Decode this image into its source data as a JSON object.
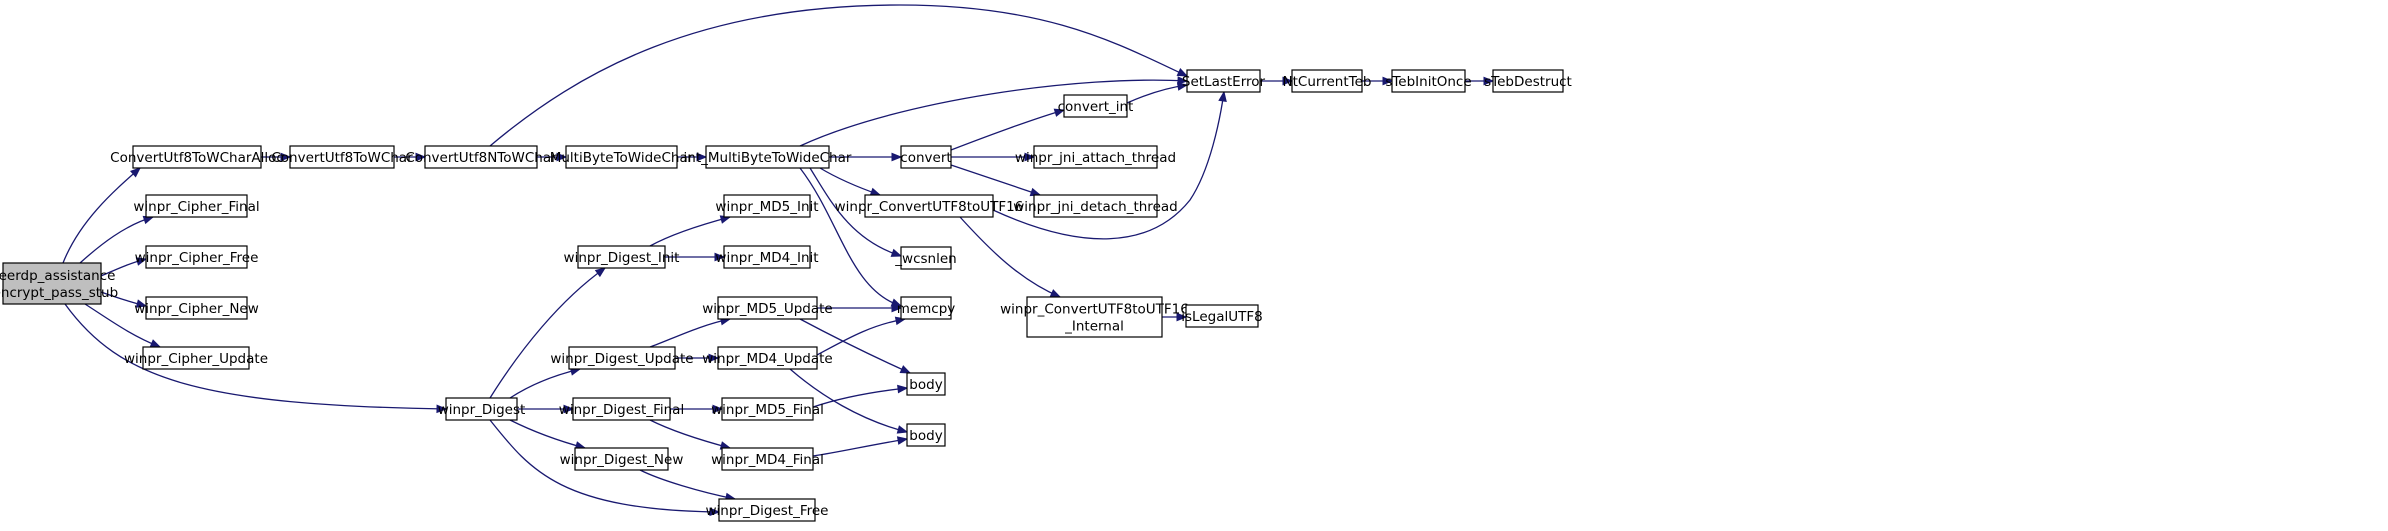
{
  "diagram": {
    "type": "call-graph",
    "colors": {
      "edge": "#191970",
      "root_fill": "#bfbfbf",
      "node_fill": "#ffffff",
      "node_border": "#000000"
    },
    "nodes": [
      {
        "id": "root",
        "lines": [
          "freerdp_assistance",
          "_encrypt_pass_stub"
        ],
        "root": true
      },
      {
        "id": "cu8alloc",
        "lines": [
          "ConvertUtf8ToWCharAlloc"
        ]
      },
      {
        "id": "cu8",
        "lines": [
          "ConvertUtf8ToWChar"
        ]
      },
      {
        "id": "cu8n",
        "lines": [
          "ConvertUtf8NToWChar"
        ]
      },
      {
        "id": "mb2wc",
        "lines": [
          "MultiByteToWideChar"
        ]
      },
      {
        "id": "intmb",
        "lines": [
          "int_MultiByteToWideChar"
        ]
      },
      {
        "id": "convert",
        "lines": [
          "convert"
        ]
      },
      {
        "id": "convert_int",
        "lines": [
          "convert_int"
        ]
      },
      {
        "id": "attach",
        "lines": [
          "winpr_jni_attach_thread"
        ]
      },
      {
        "id": "detach",
        "lines": [
          "winpr_jni_detach_thread"
        ]
      },
      {
        "id": "setlast",
        "lines": [
          "SetLastError"
        ]
      },
      {
        "id": "ntteb",
        "lines": [
          "NtCurrentTeb"
        ]
      },
      {
        "id": "tebinit",
        "lines": [
          "sTebInitOnce"
        ]
      },
      {
        "id": "tebdes",
        "lines": [
          "sTebDestruct"
        ]
      },
      {
        "id": "cvt16",
        "lines": [
          "winpr_ConvertUTF8toUTF16"
        ]
      },
      {
        "id": "cvt16i",
        "lines": [
          "winpr_ConvertUTF8toUTF16",
          "_Internal"
        ]
      },
      {
        "id": "legal",
        "lines": [
          "isLegalUTF8"
        ]
      },
      {
        "id": "wcsnlen",
        "lines": [
          "_wcsnlen"
        ]
      },
      {
        "id": "memcpy",
        "lines": [
          "memcpy"
        ]
      },
      {
        "id": "cfinal",
        "lines": [
          "winpr_Cipher_Final"
        ]
      },
      {
        "id": "cfree",
        "lines": [
          "winpr_Cipher_Free"
        ]
      },
      {
        "id": "cnew",
        "lines": [
          "winpr_Cipher_New"
        ]
      },
      {
        "id": "cupdate",
        "lines": [
          "winpr_Cipher_Update"
        ]
      },
      {
        "id": "digest",
        "lines": [
          "winpr_Digest"
        ]
      },
      {
        "id": "dinit",
        "lines": [
          "winpr_Digest_Init"
        ]
      },
      {
        "id": "dupdate",
        "lines": [
          "winpr_Digest_Update"
        ]
      },
      {
        "id": "dfinal",
        "lines": [
          "winpr_Digest_Final"
        ]
      },
      {
        "id": "dnew",
        "lines": [
          "winpr_Digest_New"
        ]
      },
      {
        "id": "dfree",
        "lines": [
          "winpr_Digest_Free"
        ]
      },
      {
        "id": "md5init",
        "lines": [
          "winpr_MD5_Init"
        ]
      },
      {
        "id": "md4init",
        "lines": [
          "winpr_MD4_Init"
        ]
      },
      {
        "id": "md5upd",
        "lines": [
          "winpr_MD5_Update"
        ]
      },
      {
        "id": "md4upd",
        "lines": [
          "winpr_MD4_Update"
        ]
      },
      {
        "id": "md5fin",
        "lines": [
          "winpr_MD5_Final"
        ]
      },
      {
        "id": "md4fin",
        "lines": [
          "winpr_MD4_Final"
        ]
      },
      {
        "id": "body1",
        "lines": [
          "body"
        ]
      },
      {
        "id": "body2",
        "lines": [
          "body"
        ]
      }
    ],
    "edges": [
      {
        "from": "root",
        "to": "cu8alloc"
      },
      {
        "from": "root",
        "to": "cfinal"
      },
      {
        "from": "root",
        "to": "cfree"
      },
      {
        "from": "root",
        "to": "cnew"
      },
      {
        "from": "root",
        "to": "cupdate"
      },
      {
        "from": "root",
        "to": "digest"
      },
      {
        "from": "cu8alloc",
        "to": "cu8"
      },
      {
        "from": "cu8",
        "to": "cu8n"
      },
      {
        "from": "cu8n",
        "to": "mb2wc"
      },
      {
        "from": "cu8n",
        "to": "setlast"
      },
      {
        "from": "mb2wc",
        "to": "intmb"
      },
      {
        "from": "intmb",
        "to": "convert"
      },
      {
        "from": "intmb",
        "to": "setlast"
      },
      {
        "from": "intmb",
        "to": "cvt16"
      },
      {
        "from": "intmb",
        "to": "wcsnlen"
      },
      {
        "from": "intmb",
        "to": "memcpy"
      },
      {
        "from": "convert",
        "to": "convert_int"
      },
      {
        "from": "convert",
        "to": "attach"
      },
      {
        "from": "convert",
        "to": "detach"
      },
      {
        "from": "convert_int",
        "to": "setlast"
      },
      {
        "from": "setlast",
        "to": "ntteb"
      },
      {
        "from": "ntteb",
        "to": "tebinit"
      },
      {
        "from": "tebinit",
        "to": "tebdes"
      },
      {
        "from": "cvt16",
        "to": "cvt16i"
      },
      {
        "from": "cvt16",
        "to": "setlast"
      },
      {
        "from": "cvt16i",
        "to": "legal"
      },
      {
        "from": "digest",
        "to": "dinit"
      },
      {
        "from": "digest",
        "to": "dupdate"
      },
      {
        "from": "digest",
        "to": "dfinal"
      },
      {
        "from": "digest",
        "to": "dnew"
      },
      {
        "from": "digest",
        "to": "dfree"
      },
      {
        "from": "dinit",
        "to": "md5init"
      },
      {
        "from": "dinit",
        "to": "md4init"
      },
      {
        "from": "dupdate",
        "to": "md5upd"
      },
      {
        "from": "dupdate",
        "to": "md4upd"
      },
      {
        "from": "dfinal",
        "to": "md5fin"
      },
      {
        "from": "dfinal",
        "to": "md4fin"
      },
      {
        "from": "dnew",
        "to": "dfree"
      },
      {
        "from": "md5upd",
        "to": "memcpy"
      },
      {
        "from": "md5upd",
        "to": "body1"
      },
      {
        "from": "md4upd",
        "to": "memcpy"
      },
      {
        "from": "md4upd",
        "to": "body2"
      },
      {
        "from": "md5fin",
        "to": "body1"
      },
      {
        "from": "md4fin",
        "to": "body2"
      }
    ]
  }
}
